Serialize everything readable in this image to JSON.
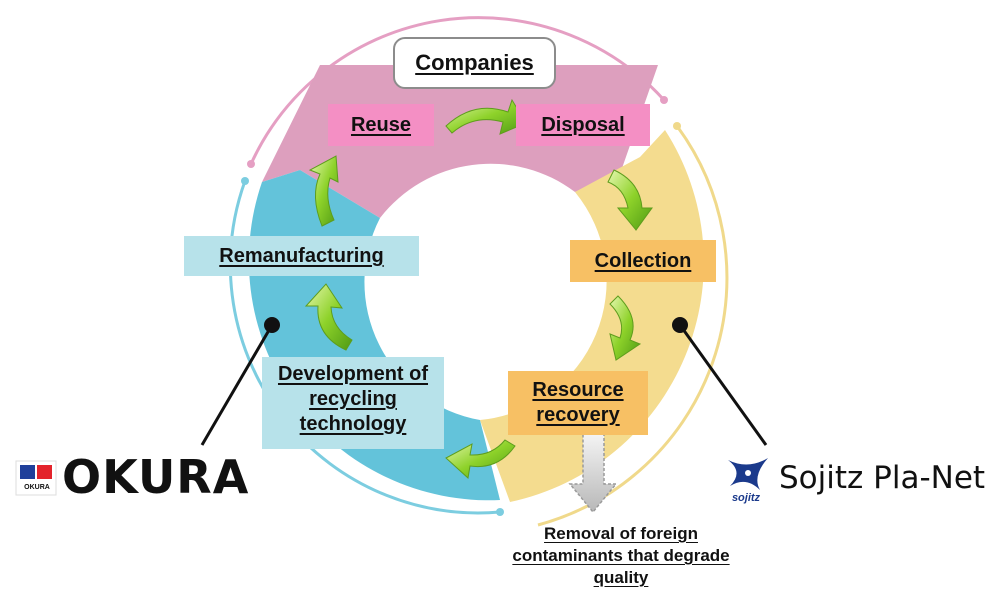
{
  "diagram": {
    "top_box": "Companies",
    "stages": {
      "reuse": "Reuse",
      "disposal": "Disposal",
      "collection": "Collection",
      "resource_recovery": "Resource recovery",
      "development": "Development of recycling technology",
      "remanufacturing": "Remanufacturing"
    },
    "removal_note": "Removal of foreign contaminants that degrade quality"
  },
  "logos": {
    "okura": {
      "wordmark": "OKURA",
      "mini": "OKURA"
    },
    "sojitz": {
      "wordmark": "Sojitz Pla-Net",
      "mini": "sojitz"
    }
  },
  "colors": {
    "pink_segment": "#dd9fbe",
    "yellow_segment": "#f4dc8f",
    "blue_segment": "#63c3da",
    "pink_label": "#f48fc4",
    "orange_label": "#f7c064",
    "cyan_label": "#b7e2ea",
    "arrow_green": "#8ed22a"
  }
}
